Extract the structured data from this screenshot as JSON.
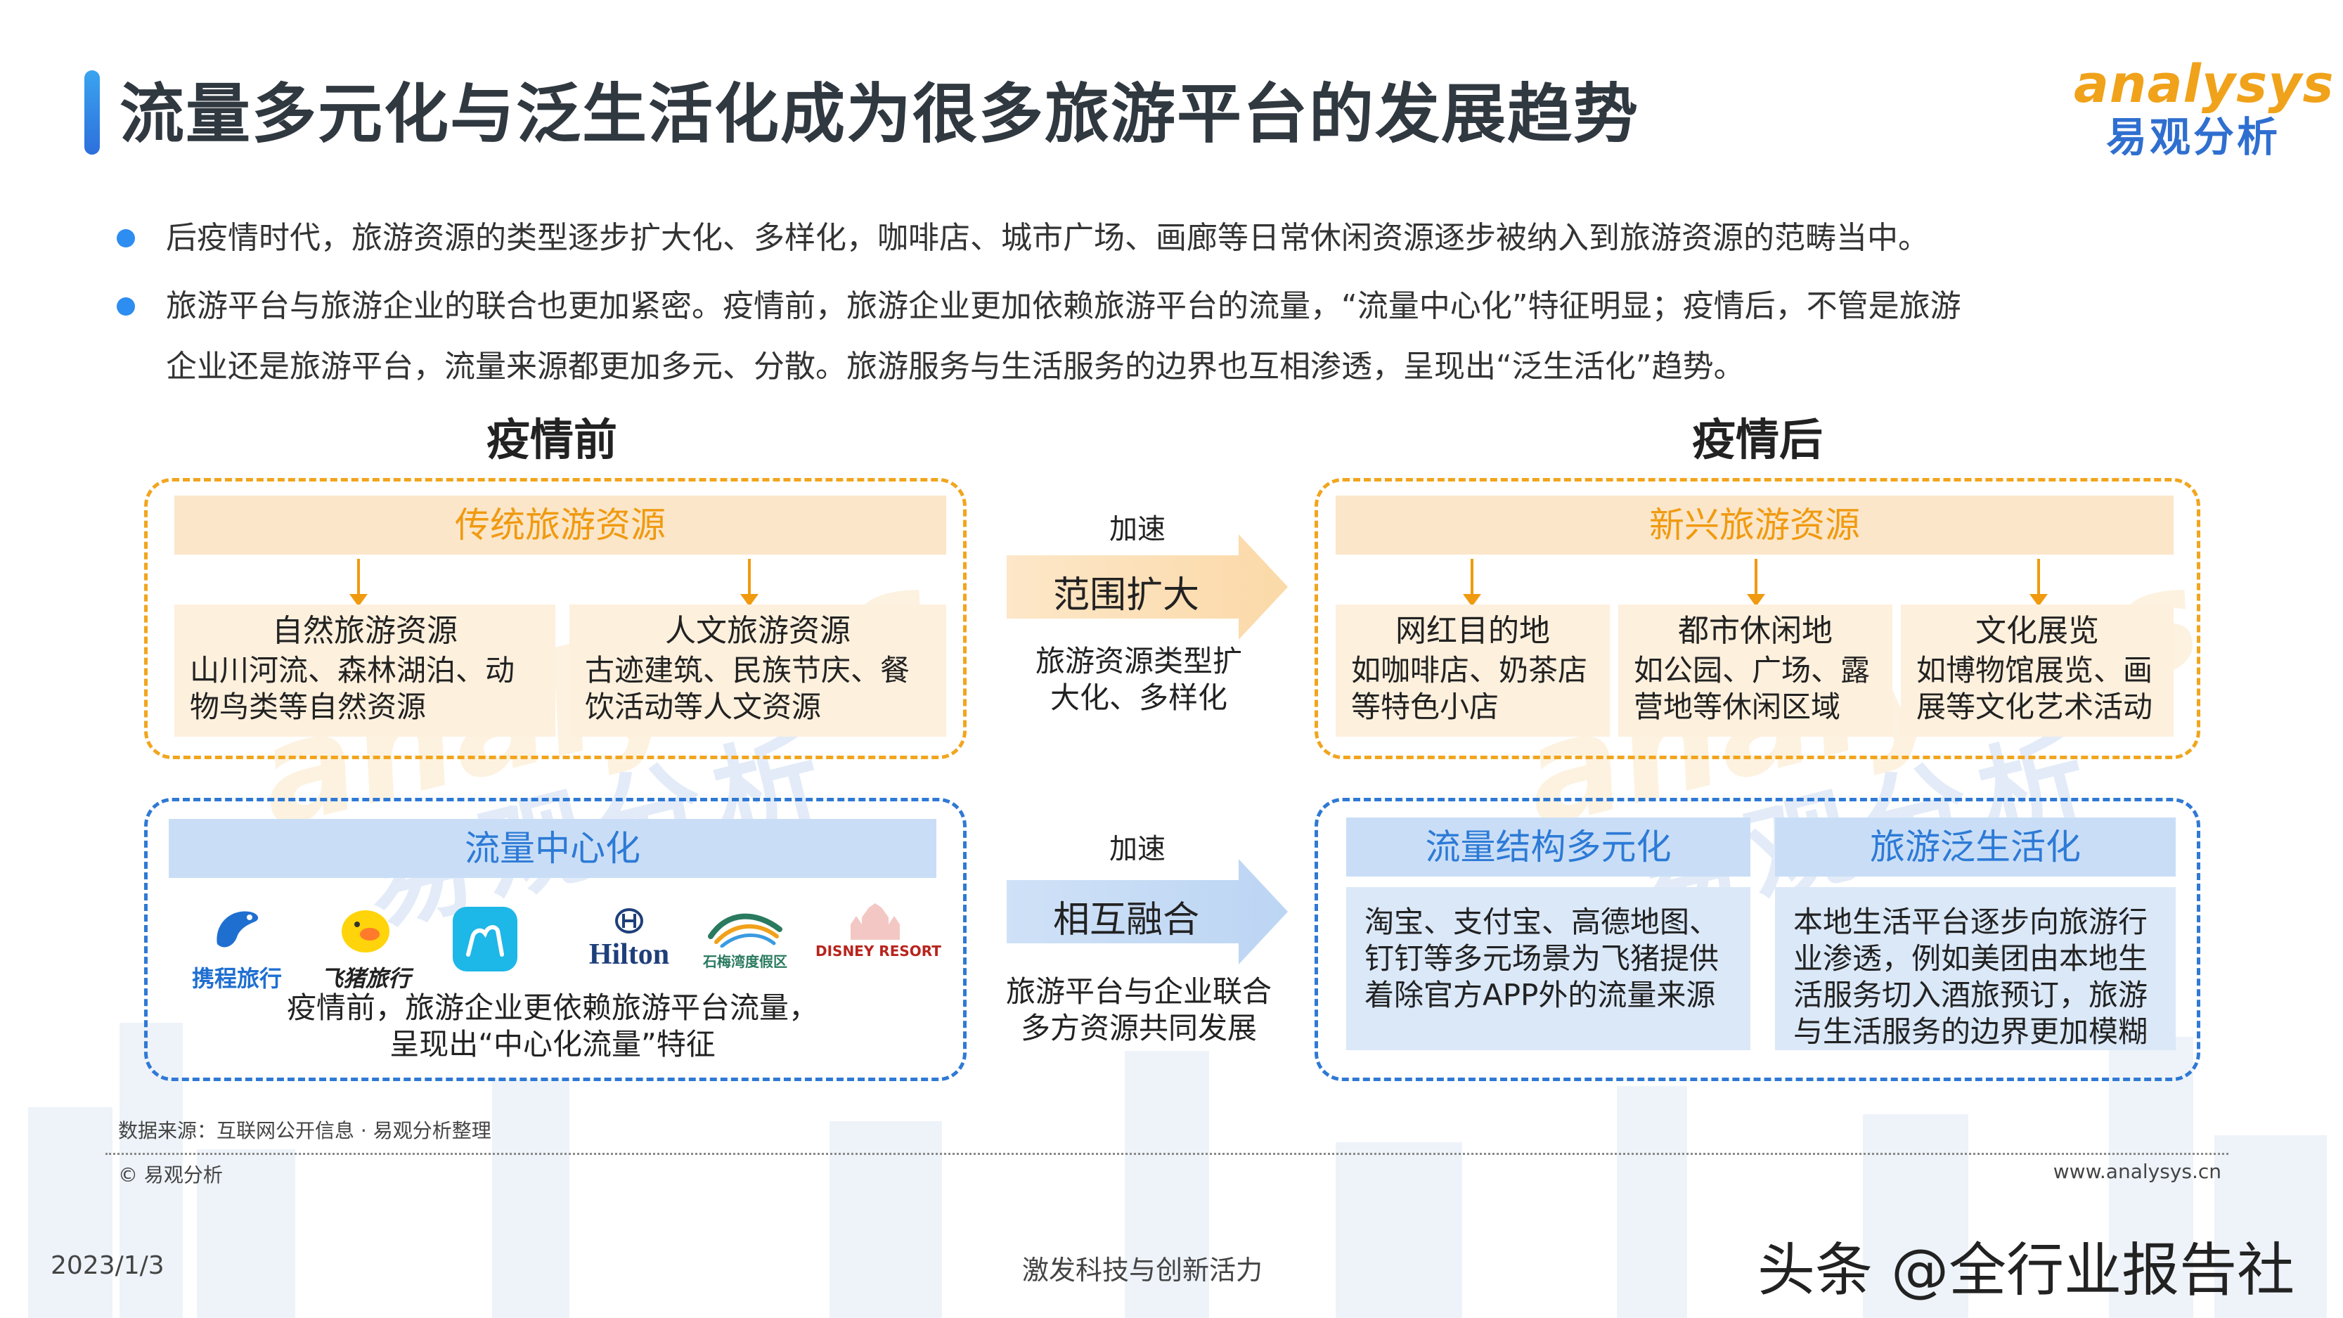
{
  "title": "流量多元化与泛生活化成为很多旅游平台的发展趋势",
  "logo": {
    "en": "analysys",
    "cn": "易观分析"
  },
  "bullets": [
    {
      "line1": "后疫情时代，旅游资源的类型逐步扩大化、多样化，咖啡店、城市广场、画廊等日常休闲资源逐步被纳入到旅游资源的范畴当中。",
      "line2": ""
    },
    {
      "line1": "旅游平台与旅游企业的联合也更加紧密。疫情前，旅游企业更加依赖旅游平台的流量，“流量中心化”特征明显；疫情后，不管是旅游",
      "line2": "企业还是旅游平台，流量来源都更加多元、分散。旅游服务与生活服务的边界也互相渗透，呈现出“泛生活化”趋势。"
    }
  ],
  "before": {
    "title": "疫情前",
    "resources": {
      "header": "传统旅游资源",
      "items": [
        {
          "title": "自然旅游资源",
          "desc": "山川河流、森林湖泊、动物鸟类等自然资源"
        },
        {
          "title": "人文旅游资源",
          "desc": "古迹建筑、民族节庆、餐饮活动等人文资源"
        }
      ]
    },
    "traffic": {
      "header": "流量中心化",
      "brands": [
        {
          "name": "携程旅行",
          "color": "#1f6fd1",
          "icon": "dolphin-logo"
        },
        {
          "name": "飞猪旅行",
          "color": "#222222",
          "icon": "pig-logo"
        },
        {
          "name": "",
          "color": "#1db7e8",
          "icon": "camel-logo"
        },
        {
          "name": "Hilton",
          "color": "#1e3f7a",
          "icon": "hilton-logo"
        },
        {
          "name": "石梅湾度假区",
          "color": "#2a7a60",
          "icon": "wave-logo"
        },
        {
          "name": "DISNEY RESORT",
          "color": "#b8241e",
          "icon": "castle-logo"
        }
      ],
      "desc_line1": "疫情前，旅游企业更依赖旅游平台流量，",
      "desc_line2": "呈现出“中心化流量”特征"
    }
  },
  "middle": {
    "top": {
      "small": "加速",
      "label": "范围扩大",
      "desc_line1": "旅游资源类型扩",
      "desc_line2": "大化、多样化"
    },
    "bottom": {
      "small": "加速",
      "label": "相互融合",
      "desc_line1": "旅游平台与企业联合",
      "desc_line2": "多方资源共同发展"
    }
  },
  "after": {
    "title": "疫情后",
    "resources": {
      "header": "新兴旅游资源",
      "items": [
        {
          "title": "网红目的地",
          "desc": "如咖啡店、奶茶店等特色小店"
        },
        {
          "title": "都市休闲地",
          "desc": "如公园、广场、露营地等休闲区域"
        },
        {
          "title": "文化展览",
          "desc": "如博物馆展览、画展等文化艺术活动"
        }
      ]
    },
    "traffic": [
      {
        "header": "流量结构多元化",
        "desc": "淘宝、支付宝、高德地图、钉钉等多元场景为飞猪提供着除官方APP外的流量来源"
      },
      {
        "header": "旅游泛生活化",
        "desc": "本地生活平台逐步向旅游行业渗透，例如美团由本地生活服务切入酒旅预订，旅游与生活服务的边界更加模糊"
      }
    ]
  },
  "footer": {
    "source": "数据来源：互联网公开信息 · 易观分析整理",
    "copyright": "© 易观分析",
    "url": "www.analysys.cn",
    "date": "2023/1/3",
    "slogan": "激发科技与创新活力",
    "watermark": "头条 @全行业报告社"
  },
  "colors": {
    "orange": "#f09a10",
    "blue": "#2d7ad6",
    "title_accent": "#2d8df0"
  }
}
